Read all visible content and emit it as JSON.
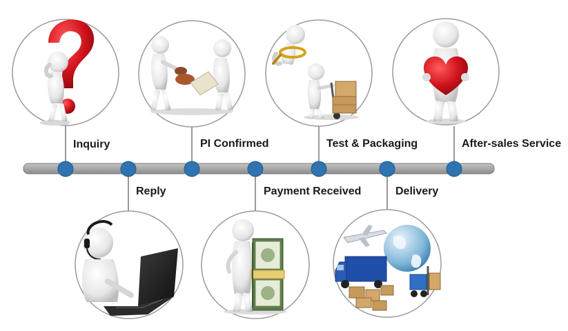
{
  "steps": [
    {
      "label": "Inquiry",
      "icon": "question-mark-figure-icon"
    },
    {
      "label": "Reply",
      "icon": "headset-laptop-figure-icon"
    },
    {
      "label": "PI Confirmed",
      "icon": "handshake-stamp-figure-icon"
    },
    {
      "label": "Payment Received",
      "icon": "money-stack-figure-icon"
    },
    {
      "label": "Test & Packaging",
      "icon": "magnifier-hand-truck-figure-icon"
    },
    {
      "label": "Delivery",
      "icon": "globe-truck-plane-icon"
    },
    {
      "label": "After-sales Service",
      "icon": "heart-figure-icon"
    }
  ],
  "colors": {
    "timeline_bar": "#9e9e9e",
    "node": "#2f74b0",
    "circle_border": "#9a9a9a",
    "connector": "#555555",
    "accent_red": "#c8101a",
    "money_green": "#5d7a4a",
    "truck_blue": "#1f4fa8"
  }
}
